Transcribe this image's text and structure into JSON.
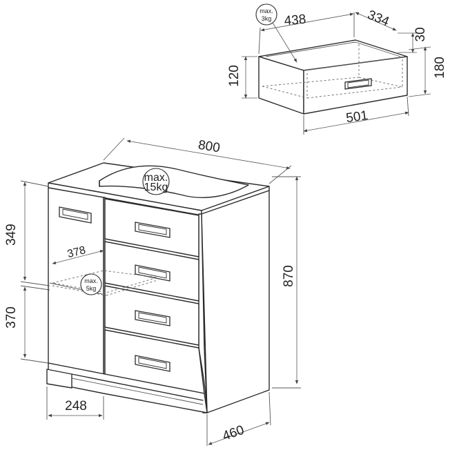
{
  "drawer_detail": {
    "load_badge": {
      "line1": "max.",
      "line2": "3kg"
    },
    "width_top": "438",
    "depth": "334",
    "side_height": "30",
    "front_height": "180",
    "inner_height": "120",
    "front_width": "501"
  },
  "cabinet": {
    "width": "800",
    "height": "870",
    "depth": "460",
    "top_badge": {
      "line1": "max.",
      "line2": "15kg"
    },
    "shelf_badge": {
      "line1": "max.",
      "line2": "5kg"
    },
    "shelf_depth": "378",
    "upper_compartment_height": "349",
    "lower_compartment_height": "370",
    "door_width": "248"
  }
}
